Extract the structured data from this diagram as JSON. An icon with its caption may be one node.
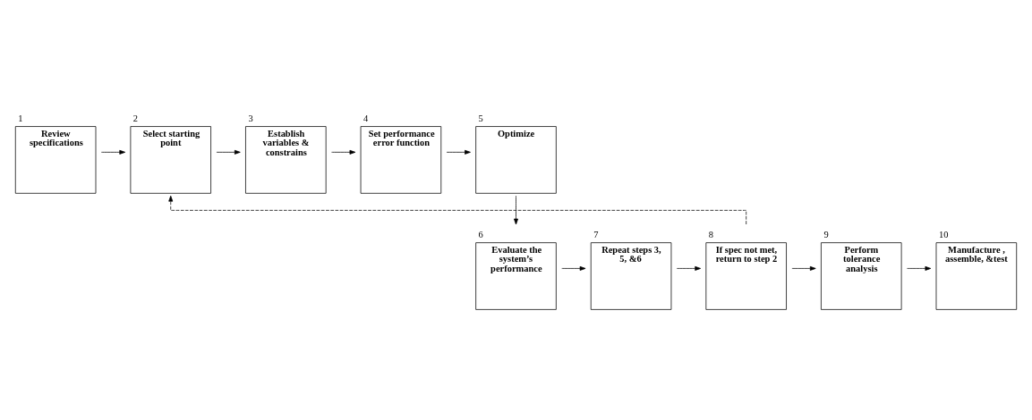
{
  "diagram": {
    "nodes": [
      {
        "text": [
          "Review specifications"
        ],
        "beside": [
          "1"
        ]
      },
      {
        "text": [
          "Select starting point"
        ],
        "beside": [
          "2"
        ]
      },
      {
        "text": [
          "Establish variables & constrains"
        ],
        "beside": [
          "3"
        ]
      },
      {
        "text": [
          "Set performance error function"
        ],
        "beside": [
          "4"
        ]
      },
      {
        "text": [
          "Optimize"
        ],
        "beside": [
          "5"
        ]
      },
      {
        "text": [
          "Evaluate the system’s performance"
        ],
        "beside": [
          "6"
        ]
      },
      {
        "text": [
          "Repeat steps 3, 5, &6"
        ],
        "beside": [
          "7"
        ]
      },
      {
        "text": [
          "If spec not met, return to step 2"
        ],
        "beside": [
          "8"
        ]
      },
      {
        "text": [
          "Perform tolerance analysis"
        ],
        "beside": [
          "9"
        ]
      },
      {
        "text": [
          "Manufacture , assemble, &test"
        ],
        "beside": [
          "10"
        ]
      }
    ],
    "edges": [
      {
        "from": 0,
        "to": 1,
        "arrow": "to"
      },
      {
        "from": 1,
        "to": 2,
        "arrow": "to"
      },
      {
        "from": 2,
        "to": 3,
        "arrow": "to"
      },
      {
        "from": 3,
        "to": 4,
        "arrow": "to"
      },
      {
        "from": 4,
        "to": 5,
        "arrow": "to"
      },
      {
        "from": 5,
        "to": 6,
        "arrow": "to"
      },
      {
        "from": 6,
        "to": 7,
        "arrow": "to"
      },
      {
        "from": 7,
        "to": 8,
        "arrow": "to"
      },
      {
        "from": 8,
        "to": 9,
        "arrow": "to"
      },
      {
        "from": 7,
        "to": 1,
        "arrow": "to",
        "style": "dashed"
      }
    ]
  }
}
